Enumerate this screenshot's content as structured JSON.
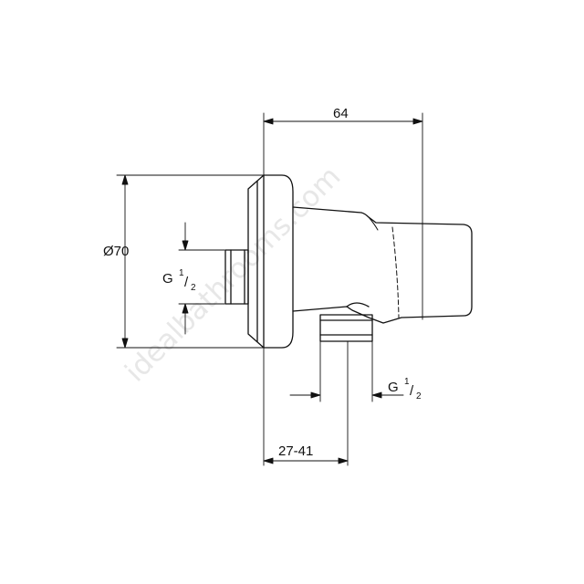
{
  "watermark": "idealbathrooms.com",
  "dimensions": {
    "width_top": "64",
    "diameter": "Ø70",
    "thread_left_prefix": "G",
    "thread_left_num": "1",
    "thread_left_den": "2",
    "thread_bottom_prefix": "G",
    "thread_bottom_num": "1",
    "thread_bottom_den": "2",
    "depth_range": "27-41"
  },
  "colors": {
    "line": "#111111",
    "watermark": "#e7e7e7"
  }
}
